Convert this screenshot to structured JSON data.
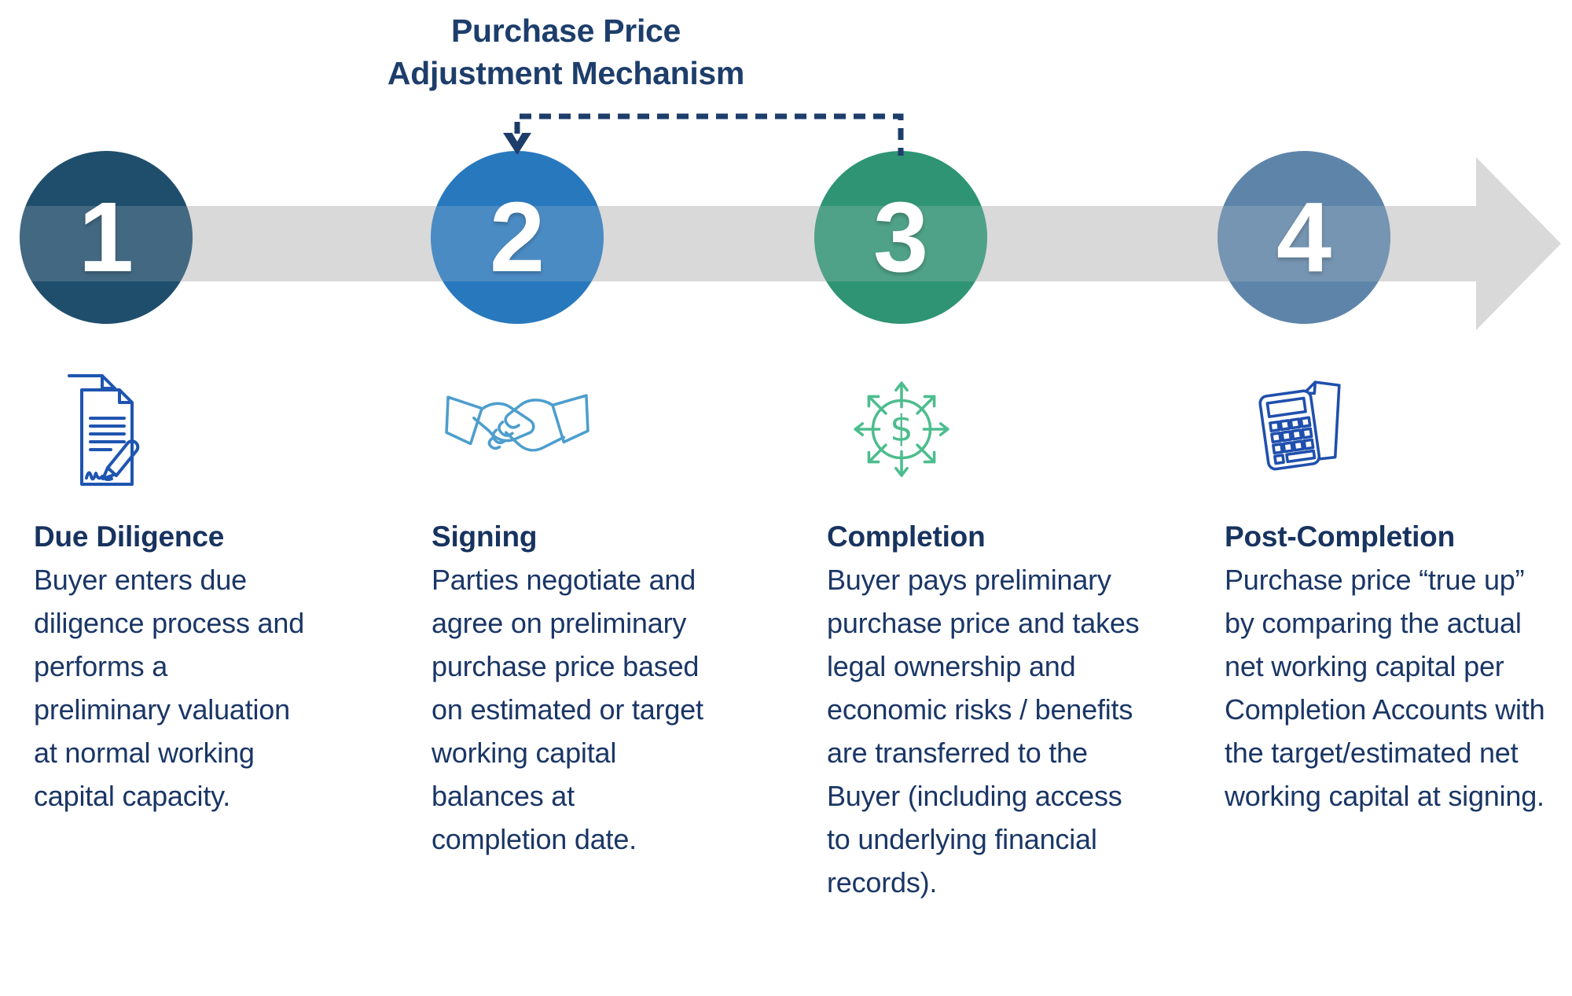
{
  "title": {
    "line1": "Purchase Price",
    "line2": "Adjustment Mechanism"
  },
  "steps": [
    {
      "number": "1",
      "heading": "Due Diligence",
      "body": "Buyer enters due diligence process and performs a preliminary valuation at normal working capital capacity.",
      "icon": "signed-documents-icon",
      "circle_color": "#1f4e6d"
    },
    {
      "number": "2",
      "heading": "Signing",
      "body": "Parties negotiate and agree on preliminary purchase price based on estimated or target working capital balances at completion date.",
      "icon": "handshake-icon",
      "circle_color": "#2878be"
    },
    {
      "number": "3",
      "heading": "Completion",
      "body": "Buyer pays preliminary purchase price and takes legal ownership and economic risks / benefits are transferred to the Buyer (including access to underlying financial records).",
      "icon": "dollar-spread-icon",
      "circle_color": "#2e9474"
    },
    {
      "number": "4",
      "heading": "Post-Completion",
      "body": "Purchase price “true up” by comparing the actual net working capital per Completion Accounts with the target/estimated net working capital at signing.",
      "icon": "calculator-paper-icon",
      "circle_color": "#5e85a9"
    }
  ],
  "colors": {
    "title_navy": "#1d3e6b",
    "text_navy": "#1a3666",
    "connector_navy": "#1d3e6b",
    "timeline_gray": "#d9d9d9",
    "step_circle_colors": [
      "#1f4e6d",
      "#2878be",
      "#2e9474",
      "#5e85a9"
    ],
    "icon_colors": [
      "#1f55b0",
      "#4d9ecd",
      "#4dbd8e",
      "#1f4fad"
    ]
  }
}
